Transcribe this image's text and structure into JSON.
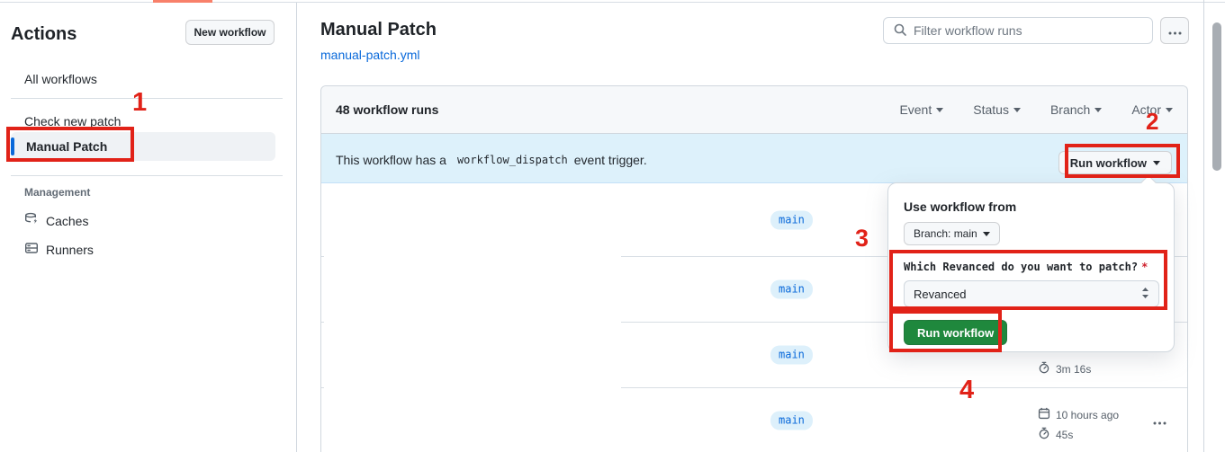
{
  "page": {
    "top_accent_color": "#f8806a"
  },
  "icons": {
    "search-icon": "🔍",
    "kebab-icon": "⋯",
    "caret-down-icon": "▾",
    "stopwatch-icon": "⏱",
    "calendar-icon": "📅",
    "cache-icon": "🗄",
    "runners-icon": "🖥",
    "up-down-icon": "⇕"
  },
  "colors": {
    "link_blue": "#0969da",
    "banner_bg": "#ddf1fb",
    "badge_bg": "#ddf0fb",
    "badge_text": "#0969da",
    "green_button": "#1f883d",
    "annotation_red": "#e12218",
    "selected_accent": "#0969da"
  },
  "sidebar": {
    "title": "Actions",
    "new_workflow_button": "New workflow",
    "items": [
      {
        "label": "All workflows"
      },
      {
        "label": "Check new patch"
      },
      {
        "label": "Manual Patch"
      }
    ],
    "management": {
      "heading": "Management",
      "items": [
        {
          "label": "Caches"
        },
        {
          "label": "Runners"
        }
      ]
    }
  },
  "header": {
    "title": "Manual Patch",
    "file_link": "manual-patch.yml",
    "filter_placeholder": "Filter workflow runs"
  },
  "runs": {
    "count_label": "48 workflow runs",
    "filters": [
      {
        "label": "Event"
      },
      {
        "label": "Status"
      },
      {
        "label": "Branch"
      },
      {
        "label": "Actor"
      }
    ],
    "banner": {
      "text_before": "This workflow has a",
      "code": "workflow_dispatch",
      "text_after": "event trigger.",
      "run_button": "Run workflow"
    },
    "rows": [
      {
        "branch": "main"
      },
      {
        "branch": "main"
      },
      {
        "branch": "main",
        "duration": "3m 16s"
      },
      {
        "branch": "main",
        "date": "10 hours ago",
        "duration": "45s"
      }
    ]
  },
  "dropdown": {
    "use_workflow_from": "Use workflow from",
    "branch_button": "Branch: main",
    "input_label": "Which Revanced do you want to patch?",
    "required_mark": "*",
    "select_value": "Revanced",
    "run_button": "Run workflow"
  },
  "annotations": {
    "step1": "1",
    "step2": "2",
    "step3": "3",
    "step4": "4"
  }
}
